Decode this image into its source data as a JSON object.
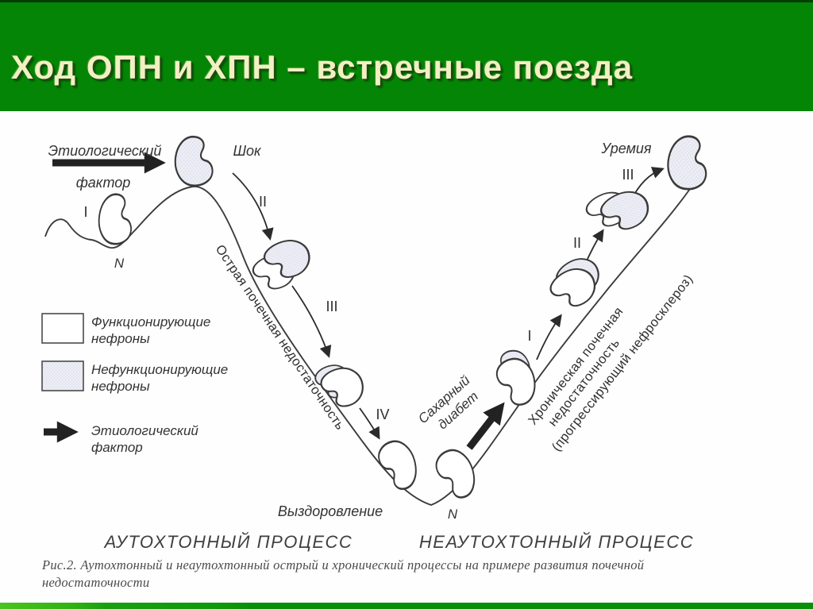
{
  "title": "Ход ОПН и ХПН – встречные поезда",
  "colors": {
    "header_green": "#058505",
    "title_cream": "#f2f0c2",
    "bar_lime": "#4ac41e",
    "bar_green": "#089008",
    "nephron_gray": "#e9eaf2",
    "ink": "#333333"
  },
  "diagram": {
    "etiologic_factor": {
      "line1": "Этиологический",
      "line2": "фактор"
    },
    "shock": "Шок",
    "left_stage": "I",
    "left_n": "N",
    "acute_slope": "Острая почечная недостаточность",
    "desc_stages": [
      "II",
      "III",
      "IV"
    ],
    "recovery": "Выздоровление",
    "bottom_n": "N",
    "diabetes": {
      "line1": "Сахарный",
      "line2": "диабет"
    },
    "asc_stages": [
      "I",
      "II",
      "III"
    ],
    "chronic_slope": {
      "line1": "Хроническая почечная",
      "line2": "недостаточность",
      "line3": "(прогрессирующий нефросклероз)"
    },
    "uremia": "Уремия",
    "legend": {
      "functioning": {
        "line1": "Функционирующие",
        "line2": "нефроны"
      },
      "nonfunctioning": {
        "line1": "Нефункционирующие",
        "line2": "нефроны"
      },
      "etiologic": {
        "line1": "Этиологический",
        "line2": "фактор"
      }
    },
    "process_left": "АУТОХТОННЫЙ ПРОЦЕСС",
    "process_right": "НЕАУТОХТОННЫЙ ПРОЦЕСС",
    "caption": {
      "line1": "Рис.2.  Аутохтонный  и неаутохтонный острый и хронический процессы на примере развития почечной",
      "line2": "недостаточности"
    }
  }
}
